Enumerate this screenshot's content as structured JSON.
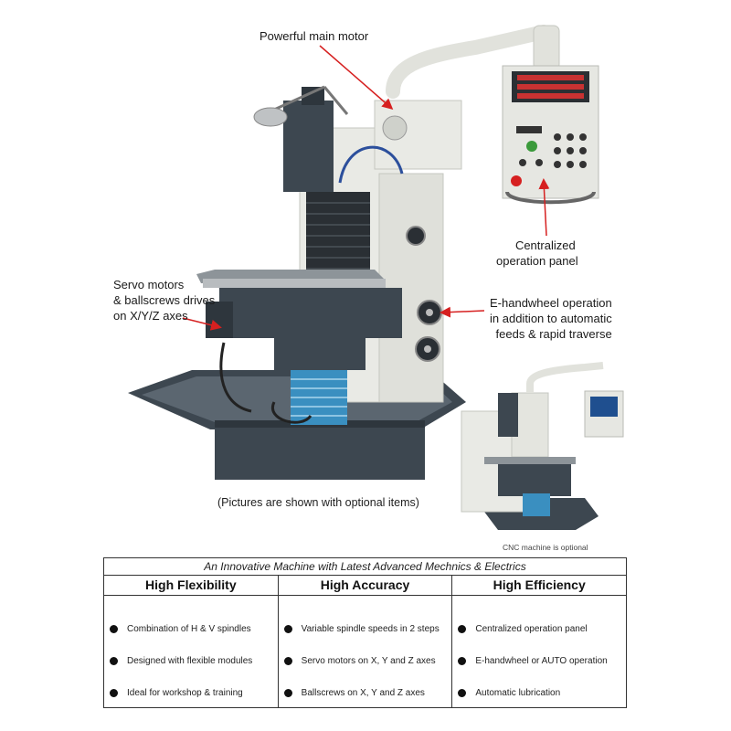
{
  "callouts": {
    "motor": "Powerful main motor",
    "panel_line1": "Centralized",
    "panel_line2": "operation panel",
    "servo_line1": "Servo motors",
    "servo_line2": "& ballscrews drives",
    "servo_line3": "on X/Y/Z axes",
    "handwheel_line1": "E-handwheel operation",
    "handwheel_line2": "in addition to automatic",
    "handwheel_line3": "feeds & rapid traverse"
  },
  "captions": {
    "optional_items": "(Pictures are shown with optional items)",
    "cnc_optional": "CNC machine is optional"
  },
  "table": {
    "heading": "An Innovative Machine with Latest Advanced Mechnics & Electrics",
    "columns": [
      {
        "title": "High Flexibility",
        "items": [
          "Combination of H & V spindles",
          "Designed with flexible modules",
          "Ideal for workshop & training"
        ]
      },
      {
        "title": "High Accuracy",
        "items": [
          "Variable spindle speeds in 2 steps",
          "Servo motors on X, Y and Z axes",
          "Ballscrews on X, Y and Z axes"
        ]
      },
      {
        "title": "High Efficiency",
        "items": [
          "Centralized operation panel",
          "E-handwheel or AUTO operation",
          "Automatic lubrication"
        ]
      }
    ]
  },
  "colors": {
    "arrow": "#d62020",
    "machine_dark": "#3d4750",
    "machine_light": "#e9eae5",
    "bellows_blue": "#3a8fc0"
  }
}
